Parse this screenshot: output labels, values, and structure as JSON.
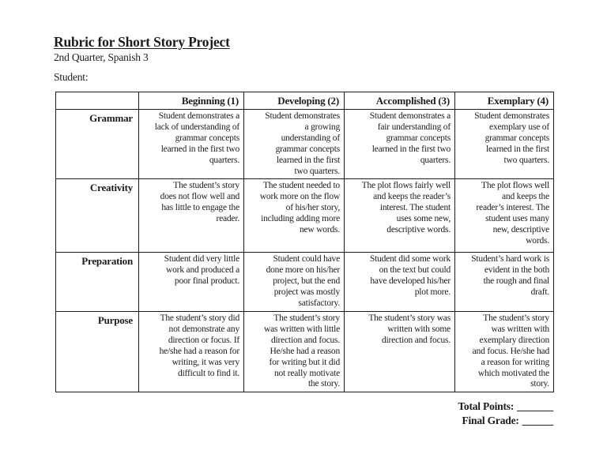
{
  "page": {
    "title": "Rubric for Short Story Project",
    "subtitle": "2nd Quarter, Spanish 3",
    "student_label": "Student:"
  },
  "rubric_table": {
    "columns": [
      "",
      "Beginning (1)",
      "Developing (2)",
      "Accomplished (3)",
      "Exemplary (4)"
    ],
    "rows": [
      {
        "criterion": "Grammar",
        "cells": [
          "Student demonstrates a\nlack of understanding of\ngrammar concepts\nlearned in the first two\nquarters.",
          "Student demonstrates\na growing\nunderstanding of\ngrammar concepts\nlearned in the first\ntwo quarters.",
          "Student demonstrates a\nfair understanding of\ngrammar concepts\nlearned in the first two\nquarters.",
          "Student demonstrates\nexemplary use of\ngrammar concepts\nlearned in the first\ntwo quarters."
        ]
      },
      {
        "criterion": "Creativity",
        "cells": [
          "The student’s story\ndoes not flow well and\nhas little to engage the\nreader.",
          "The student needed to\nwork more on the flow\nof his/her story,\nincluding adding more\nnew words.",
          "The plot flows fairly well\nand keeps the reader’s\ninterest. The student\nuses some new,\ndescriptive words.",
          "The plot flows well\nand keeps the\nreader’s interest. The\nstudent uses many\nnew, descriptive\nwords."
        ]
      },
      {
        "criterion": "Preparation",
        "cells": [
          "Student did very little\nwork and produced a\npoor final product.",
          "Student could have\ndone more on his/her\nproject, but the end\nproject was mostly\nsatisfactory.",
          "Student did some work\non the text but could\nhave developed his/her\nplot more.",
          "Student’s hard work is\nevident in the both\nthe rough and final\ndraft."
        ]
      },
      {
        "criterion": "Purpose",
        "cells": [
          "The student’s story did\nnot demonstrate any\ndirection or focus. If\nhe/she had a reason for\nwriting, it was very\ndifficult to find it.",
          "The student’s story\nwas written with little\ndirection and focus.\nHe/she had a reason\nfor writing but it did\nnot really motivate\nthe story.",
          "The student’s story was\nwritten with some\ndirection and focus.",
          "The student’s story\nwas written with\nexemplary direction\nand focus. He/she had\na reason for writing\nwhich motivated the\nstory."
        ]
      }
    ]
  },
  "footer": {
    "total_points_label": "Total Points:",
    "total_points_blank": "_______",
    "final_grade_label": "Final Grade:",
    "final_grade_blank": "______"
  }
}
